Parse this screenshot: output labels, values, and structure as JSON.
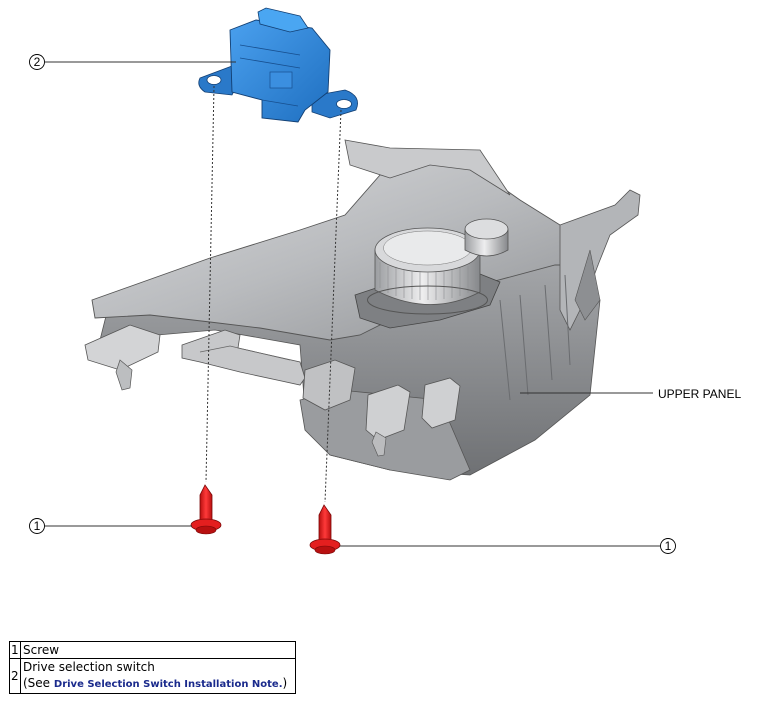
{
  "callouts": {
    "switch_num": "2",
    "screw_left_num": "1",
    "screw_right_num": "1"
  },
  "labels": {
    "upper_panel": "UPPER PANEL"
  },
  "legend": {
    "rows": [
      {
        "num": "1",
        "text": "Screw"
      },
      {
        "num": "2",
        "text": "Drive selection switch",
        "see_prefix": "(See ",
        "link_text": "Drive Selection Switch Installation Note.",
        "see_suffix": ")"
      }
    ]
  },
  "colors": {
    "switch": "#2f86d6",
    "screw": "#e02020",
    "panel": "#b5b7ba"
  }
}
